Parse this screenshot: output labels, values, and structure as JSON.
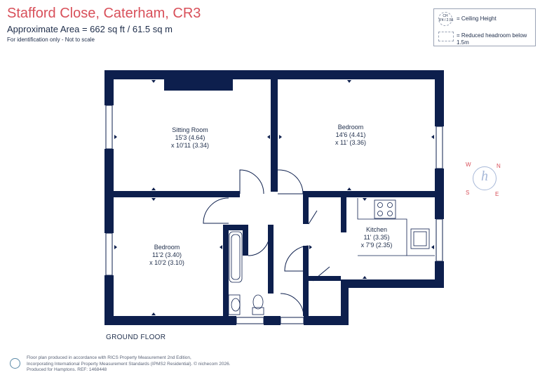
{
  "header": {
    "title": "Stafford Close, Caterham, CR3",
    "area": "Approximate Area = 662 sq ft / 61.5 sq m",
    "note": "For identification only - Not to scale"
  },
  "legend": {
    "ceiling_symbol": "CH\n8'4 / 2.55",
    "ceiling_label": "= Ceiling Height",
    "reduced_label": "= Reduced headroom below 1.5m"
  },
  "rooms": {
    "sitting": {
      "name": "Sitting Room",
      "dim1": "15'3 (4.64)",
      "dim2": "x 10'11 (3.34)"
    },
    "bedroom1": {
      "name": "Bedroom",
      "dim1": "14'6 (4.41)",
      "dim2": "x 11' (3.36)"
    },
    "bedroom2": {
      "name": "Bedroom",
      "dim1": "11'2 (3.40)",
      "dim2": "x 10'2 (3.10)"
    },
    "kitchen": {
      "name": "Kitchen",
      "dim1": "11' (3.35)",
      "dim2": "x 7'9 (2.35)"
    }
  },
  "floor_label": "GROUND FLOOR",
  "compass": {
    "w": "W",
    "n": "N",
    "s": "S",
    "e": "E",
    "mono": "h"
  },
  "footer": {
    "line1": "Floor plan produced in accordance with RICS Property Measurement 2nd Edition,",
    "line2": "Incorporating International Property Measurement Standards (IPMS2 Residential).  © nichecom 2026.",
    "line3": "Produced for Hamptons.   REF:  1468448"
  },
  "colors": {
    "wall": "#0d1f4d",
    "accent": "#d8505a",
    "text": "#1e2d4a"
  }
}
